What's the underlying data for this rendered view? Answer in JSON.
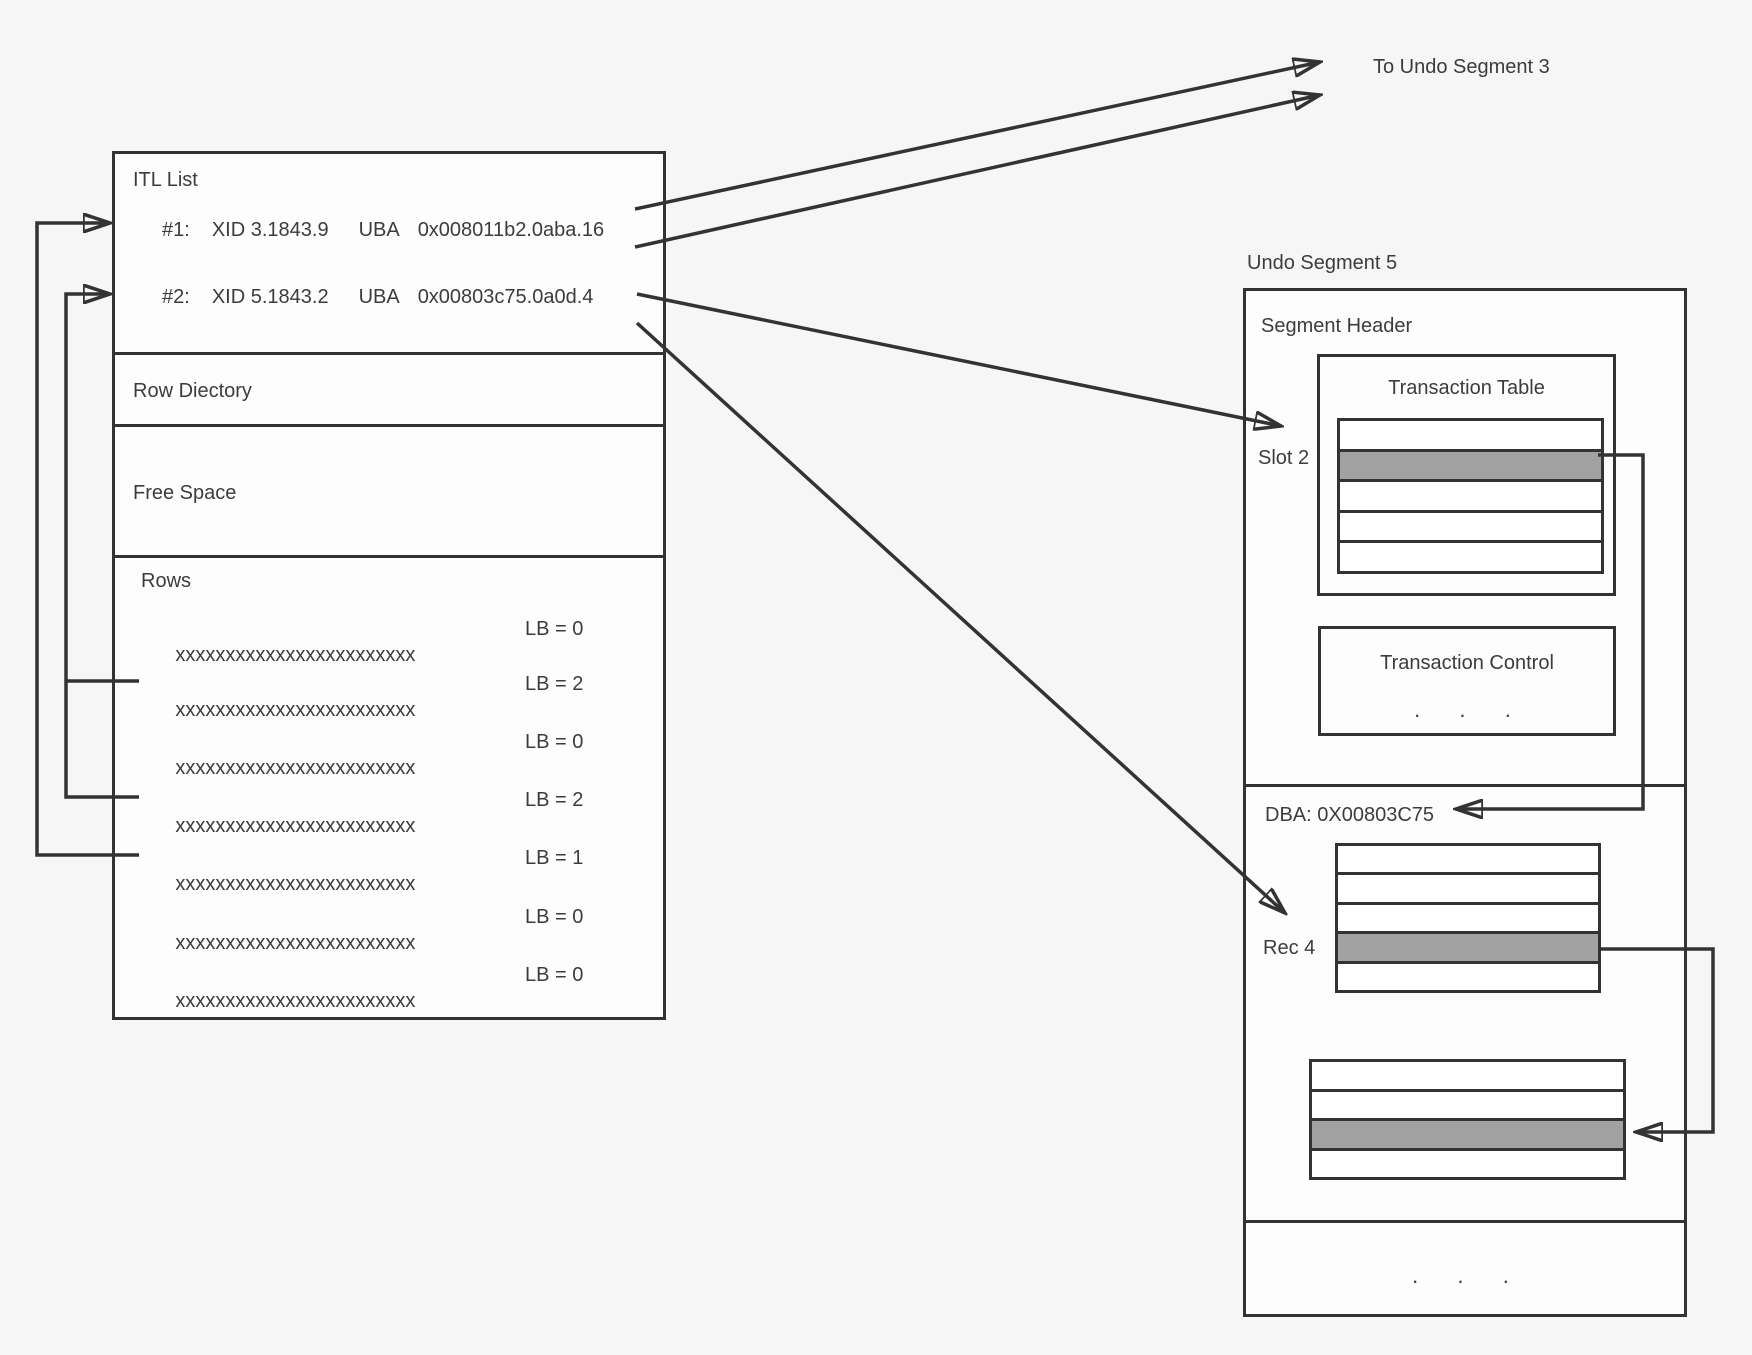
{
  "colors": {
    "background": "#f6f6f7",
    "line": "#333333",
    "text": "#3c3c3c",
    "highlight_fill": "#a2a2a2",
    "box_fill": "#fdfdfd"
  },
  "annotations": {
    "to_undo_segment_3": "To Undo Segment 3"
  },
  "data_block": {
    "itl": {
      "title": "ITL List",
      "entries": [
        {
          "ref": "#1:",
          "xid": "XID 3.1843.9",
          "uba_label": "UBA",
          "uba_value": "0x008011b2.0aba.16"
        },
        {
          "ref": "#2:",
          "xid": "XID 5.1843.2",
          "uba_label": "UBA",
          "uba_value": "0x00803c75.0a0d.4"
        }
      ]
    },
    "row_directory": {
      "label": "Row Diectory"
    },
    "free_space": {
      "label": "Free Space"
    },
    "rows_section": {
      "title": "Rows",
      "rows": [
        {
          "data": "xxxxxxxxxxxxxxxxxxxxxxxx",
          "lock_byte": "LB = 0"
        },
        {
          "data": "xxxxxxxxxxxxxxxxxxxxxxxx",
          "lock_byte": "LB = 2"
        },
        {
          "data": "xxxxxxxxxxxxxxxxxxxxxxxx",
          "lock_byte": "LB = 0"
        },
        {
          "data": "xxxxxxxxxxxxxxxxxxxxxxxx",
          "lock_byte": "LB = 2"
        },
        {
          "data": "xxxxxxxxxxxxxxxxxxxxxxxx",
          "lock_byte": "LB = 1"
        },
        {
          "data": "xxxxxxxxxxxxxxxxxxxxxxxx",
          "lock_byte": "LB = 0"
        },
        {
          "data": "xxxxxxxxxxxxxxxxxxxxxxxx",
          "lock_byte": "LB = 0"
        }
      ]
    }
  },
  "undo_segment": {
    "title": "Undo Segment 5",
    "header": {
      "label": "Segment Header",
      "transaction_table": {
        "title": "Transaction Table",
        "slot_label": "Slot 2",
        "row_count": 5,
        "highlighted_row": 2
      },
      "transaction_control": {
        "title": "Transaction Control",
        "ellipsis": ".  .  ."
      }
    },
    "undo_block": {
      "dba_label": "DBA: 0X00803C75",
      "rec_label": "Rec 4",
      "row_count": 5,
      "highlighted_row": 4,
      "continuation": {
        "row_count": 4,
        "highlighted_row": 3
      }
    },
    "footer": {
      "ellipsis": ".  .  ."
    }
  }
}
